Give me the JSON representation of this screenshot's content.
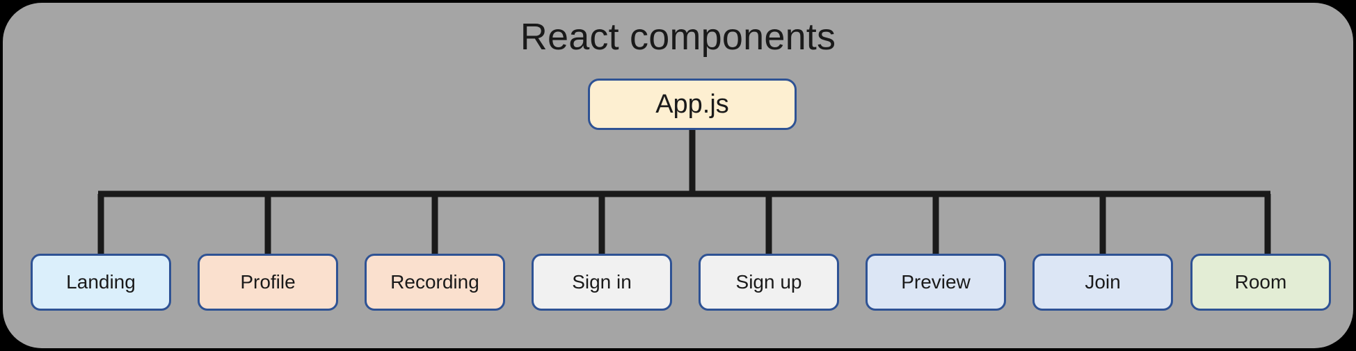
{
  "diagram": {
    "title": "React components",
    "type": "tree",
    "background_color": "#000000",
    "panel_color": "#A5A5A5",
    "connector_color": "#1A1A1A",
    "node_border_color": "#2E5294",
    "root": {
      "label": "App.js",
      "fill_color": "#FDEFD1"
    },
    "children": [
      {
        "label": "Landing",
        "fill_color": "#DBEFFB"
      },
      {
        "label": "Profile",
        "fill_color": "#FAE0CE"
      },
      {
        "label": "Recording",
        "fill_color": "#FAE0CE"
      },
      {
        "label": "Sign in",
        "fill_color": "#F1F1F1"
      },
      {
        "label": "Sign up",
        "fill_color": "#F1F1F1"
      },
      {
        "label": "Preview",
        "fill_color": "#DCE6F5"
      },
      {
        "label": "Join",
        "fill_color": "#DCE6F5"
      },
      {
        "label": "Room",
        "fill_color": "#E3EDD5"
      }
    ]
  }
}
